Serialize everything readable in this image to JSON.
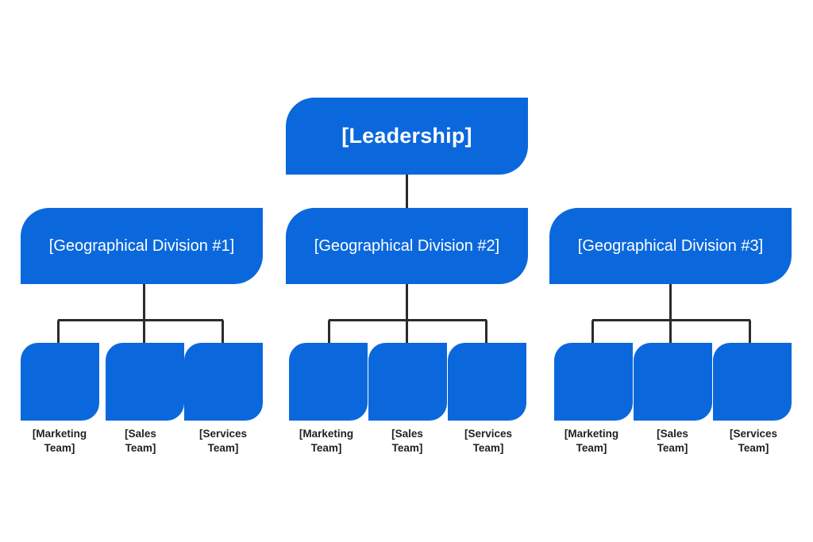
{
  "diagram": {
    "type": "organizational-chart",
    "title": "[Leadership]",
    "colors": {
      "node_fill": "#0b68dc",
      "node_text": "#ffffff",
      "connector": "#2b2b2b",
      "caption_text": "#211f1f",
      "background": "#ffffff"
    },
    "root": {
      "label": "[Leadership]"
    },
    "divisions": [
      {
        "label": "[Geographical Division #1]",
        "teams": [
          {
            "label": "[Marketing\nTeam]"
          },
          {
            "label": "[Sales\nTeam]"
          },
          {
            "label": "[Services\nTeam]"
          }
        ]
      },
      {
        "label": "[Geographical Division #2]",
        "teams": [
          {
            "label": "[Marketing\nTeam]"
          },
          {
            "label": "[Sales\nTeam]"
          },
          {
            "label": "[Services\nTeam]"
          }
        ]
      },
      {
        "label": "[Geographical Division #3]",
        "teams": [
          {
            "label": "[Marketing\nTeam]"
          },
          {
            "label": "[Sales\nTeam]"
          },
          {
            "label": "[Services\nTeam]"
          }
        ]
      }
    ]
  }
}
